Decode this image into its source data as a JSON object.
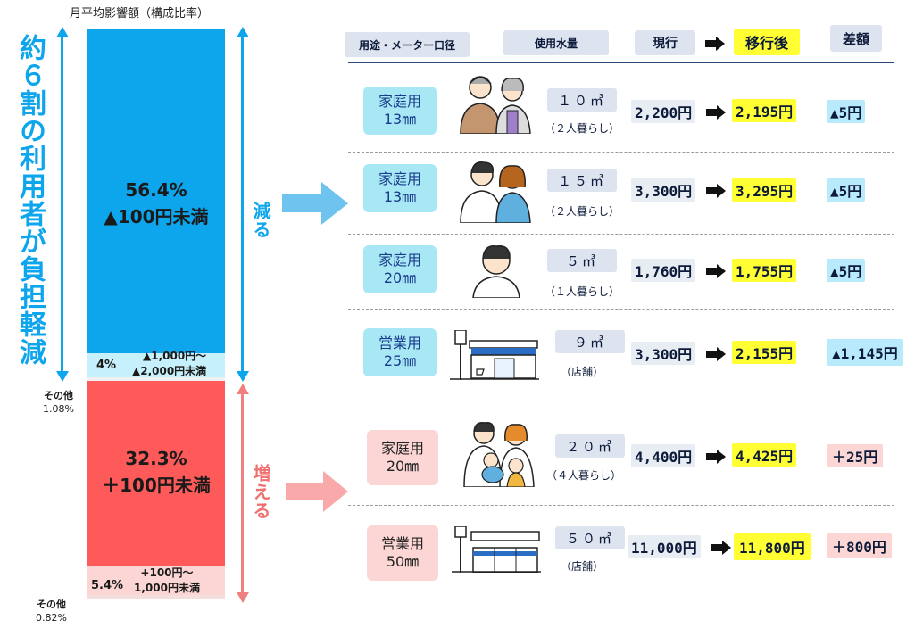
{
  "left": {
    "title": "月平均影響額（構成比率）",
    "big_label": "約６割の利用者が負担軽減",
    "seg1": {
      "pct": "56.4%",
      "label": "▲100円未満"
    },
    "seg2": {
      "pct": "4%",
      "label1": "▲1,000円～",
      "label2": "▲2,000円未満"
    },
    "other1": {
      "label": "その他",
      "value": "1.08%"
    },
    "seg3": {
      "pct": "32.3%",
      "label": "＋100円未満"
    },
    "seg4": {
      "pct": "5.4%",
      "label1": "+100円～",
      "label2": "1,000円未満"
    },
    "other2": {
      "label": "その他",
      "value": "0.82%"
    },
    "decrease": "減る",
    "increase": "増える",
    "colors": {
      "blue": "#0da5ec",
      "lightblue": "#c6f0fb",
      "red": "#ff5a5a",
      "pink": "#fcd6d4"
    }
  },
  "table": {
    "headers": {
      "usage": "用途・メーター口径",
      "volume": "使用水量",
      "current": "現行",
      "after": "移行後",
      "diff": "差額"
    },
    "rows": [
      {
        "cat1": "家庭用",
        "cat2": "13㎜",
        "icon": "elderly-couple-icon",
        "volume": "１０㎥",
        "note": "（２人暮らし）",
        "current": "2,200円",
        "after": "2,195円",
        "diff": "▲5円"
      },
      {
        "cat1": "家庭用",
        "cat2": "13㎜",
        "icon": "young-couple-icon",
        "volume": "１５㎥",
        "note": "（２人暮らし）",
        "current": "3,300円",
        "after": "3,295円",
        "diff": "▲5円"
      },
      {
        "cat1": "家庭用",
        "cat2": "20㎜",
        "icon": "single-person-icon",
        "volume": "５㎥",
        "note": "（１人暮らし）",
        "current": "1,760円",
        "after": "1,755円",
        "diff": "▲5円"
      },
      {
        "cat1": "営業用",
        "cat2": "25㎜",
        "icon": "store-icon",
        "volume": "９㎥",
        "note": "（店舗）",
        "current": "3,300円",
        "after": "2,155円",
        "diff": "▲1,145円"
      },
      {
        "cat1": "家庭用",
        "cat2": "20㎜",
        "icon": "family-icon",
        "volume": "２０㎥",
        "note": "（４人暮らし）",
        "current": "4,400円",
        "after": "4,425円",
        "diff": "＋25円"
      },
      {
        "cat1": "営業用",
        "cat2": "50㎜",
        "icon": "large-store-icon",
        "volume": "５０㎥",
        "note": "（店舗）",
        "current": "11,000円",
        "after": "11,800円",
        "diff": "＋800円"
      }
    ]
  }
}
